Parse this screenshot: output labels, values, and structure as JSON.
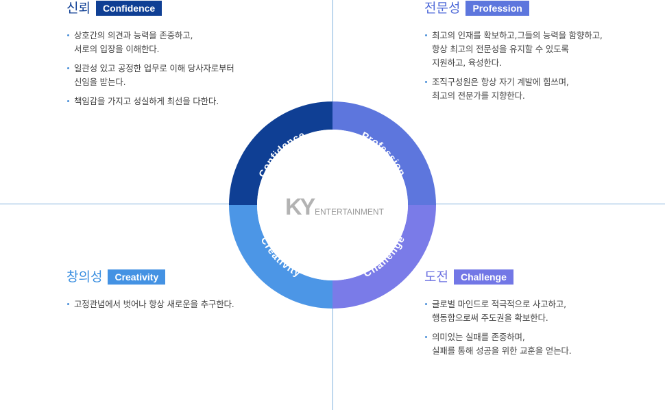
{
  "quadrants": {
    "confidence": {
      "title": "신뢰",
      "badge": "Confidence",
      "items": [
        {
          "l1": "상호간의 의견과 능력을 존중하고,",
          "l2": "서로의 입장을 이해한다."
        },
        {
          "l1": "일관성 있고 공정한 업무로 이해 당사자로부터",
          "l2": "신임을 받는다."
        },
        {
          "l1": "책임감을 가지고 성실하게 최선을 다한다.",
          "l2": ""
        }
      ]
    },
    "profession": {
      "title": "전문성",
      "badge": "Profession",
      "items": [
        {
          "l1": "최고의 인재를 확보하고,그들의 능력을 함향하고,",
          "l2": "항상 최고의 전문성을 유지할 수 있도록",
          "l3": "지원하고, 육성한다."
        },
        {
          "l1": "조직구성원은 항상 자기 계발에 힘쓰며,",
          "l2": "최고의 전문가를 지향한다.",
          "l3": ""
        }
      ]
    },
    "creativity": {
      "title": "창의성",
      "badge": "Creativity",
      "items": [
        {
          "l1": "고정관념에서 벗어나 항상 새로운을 추구한다."
        }
      ]
    },
    "challenge": {
      "title": "도전",
      "badge": "Challenge",
      "items": [
        {
          "l1": "글로벌 마인드로 적극적으로 사고하고,",
          "l2": "행동함으로써 주도권을 확보한다."
        },
        {
          "l1": "의미있는 실패를 존중하며,",
          "l2": "실패를 통해 성공을 위한 교훈을 얻는다."
        }
      ]
    }
  },
  "ring": {
    "labels": {
      "confidence": "Confidence",
      "profession": "Profession",
      "challenge": "Challenge",
      "creativity": "Creativity"
    },
    "colors": {
      "confidence": "#0f3f94",
      "profession": "#5d76dd",
      "challenge": "#7a7be8",
      "creativity": "#4c96e6"
    }
  },
  "logo": {
    "mark": "KY",
    "text": "ENTERTAINMENT"
  }
}
